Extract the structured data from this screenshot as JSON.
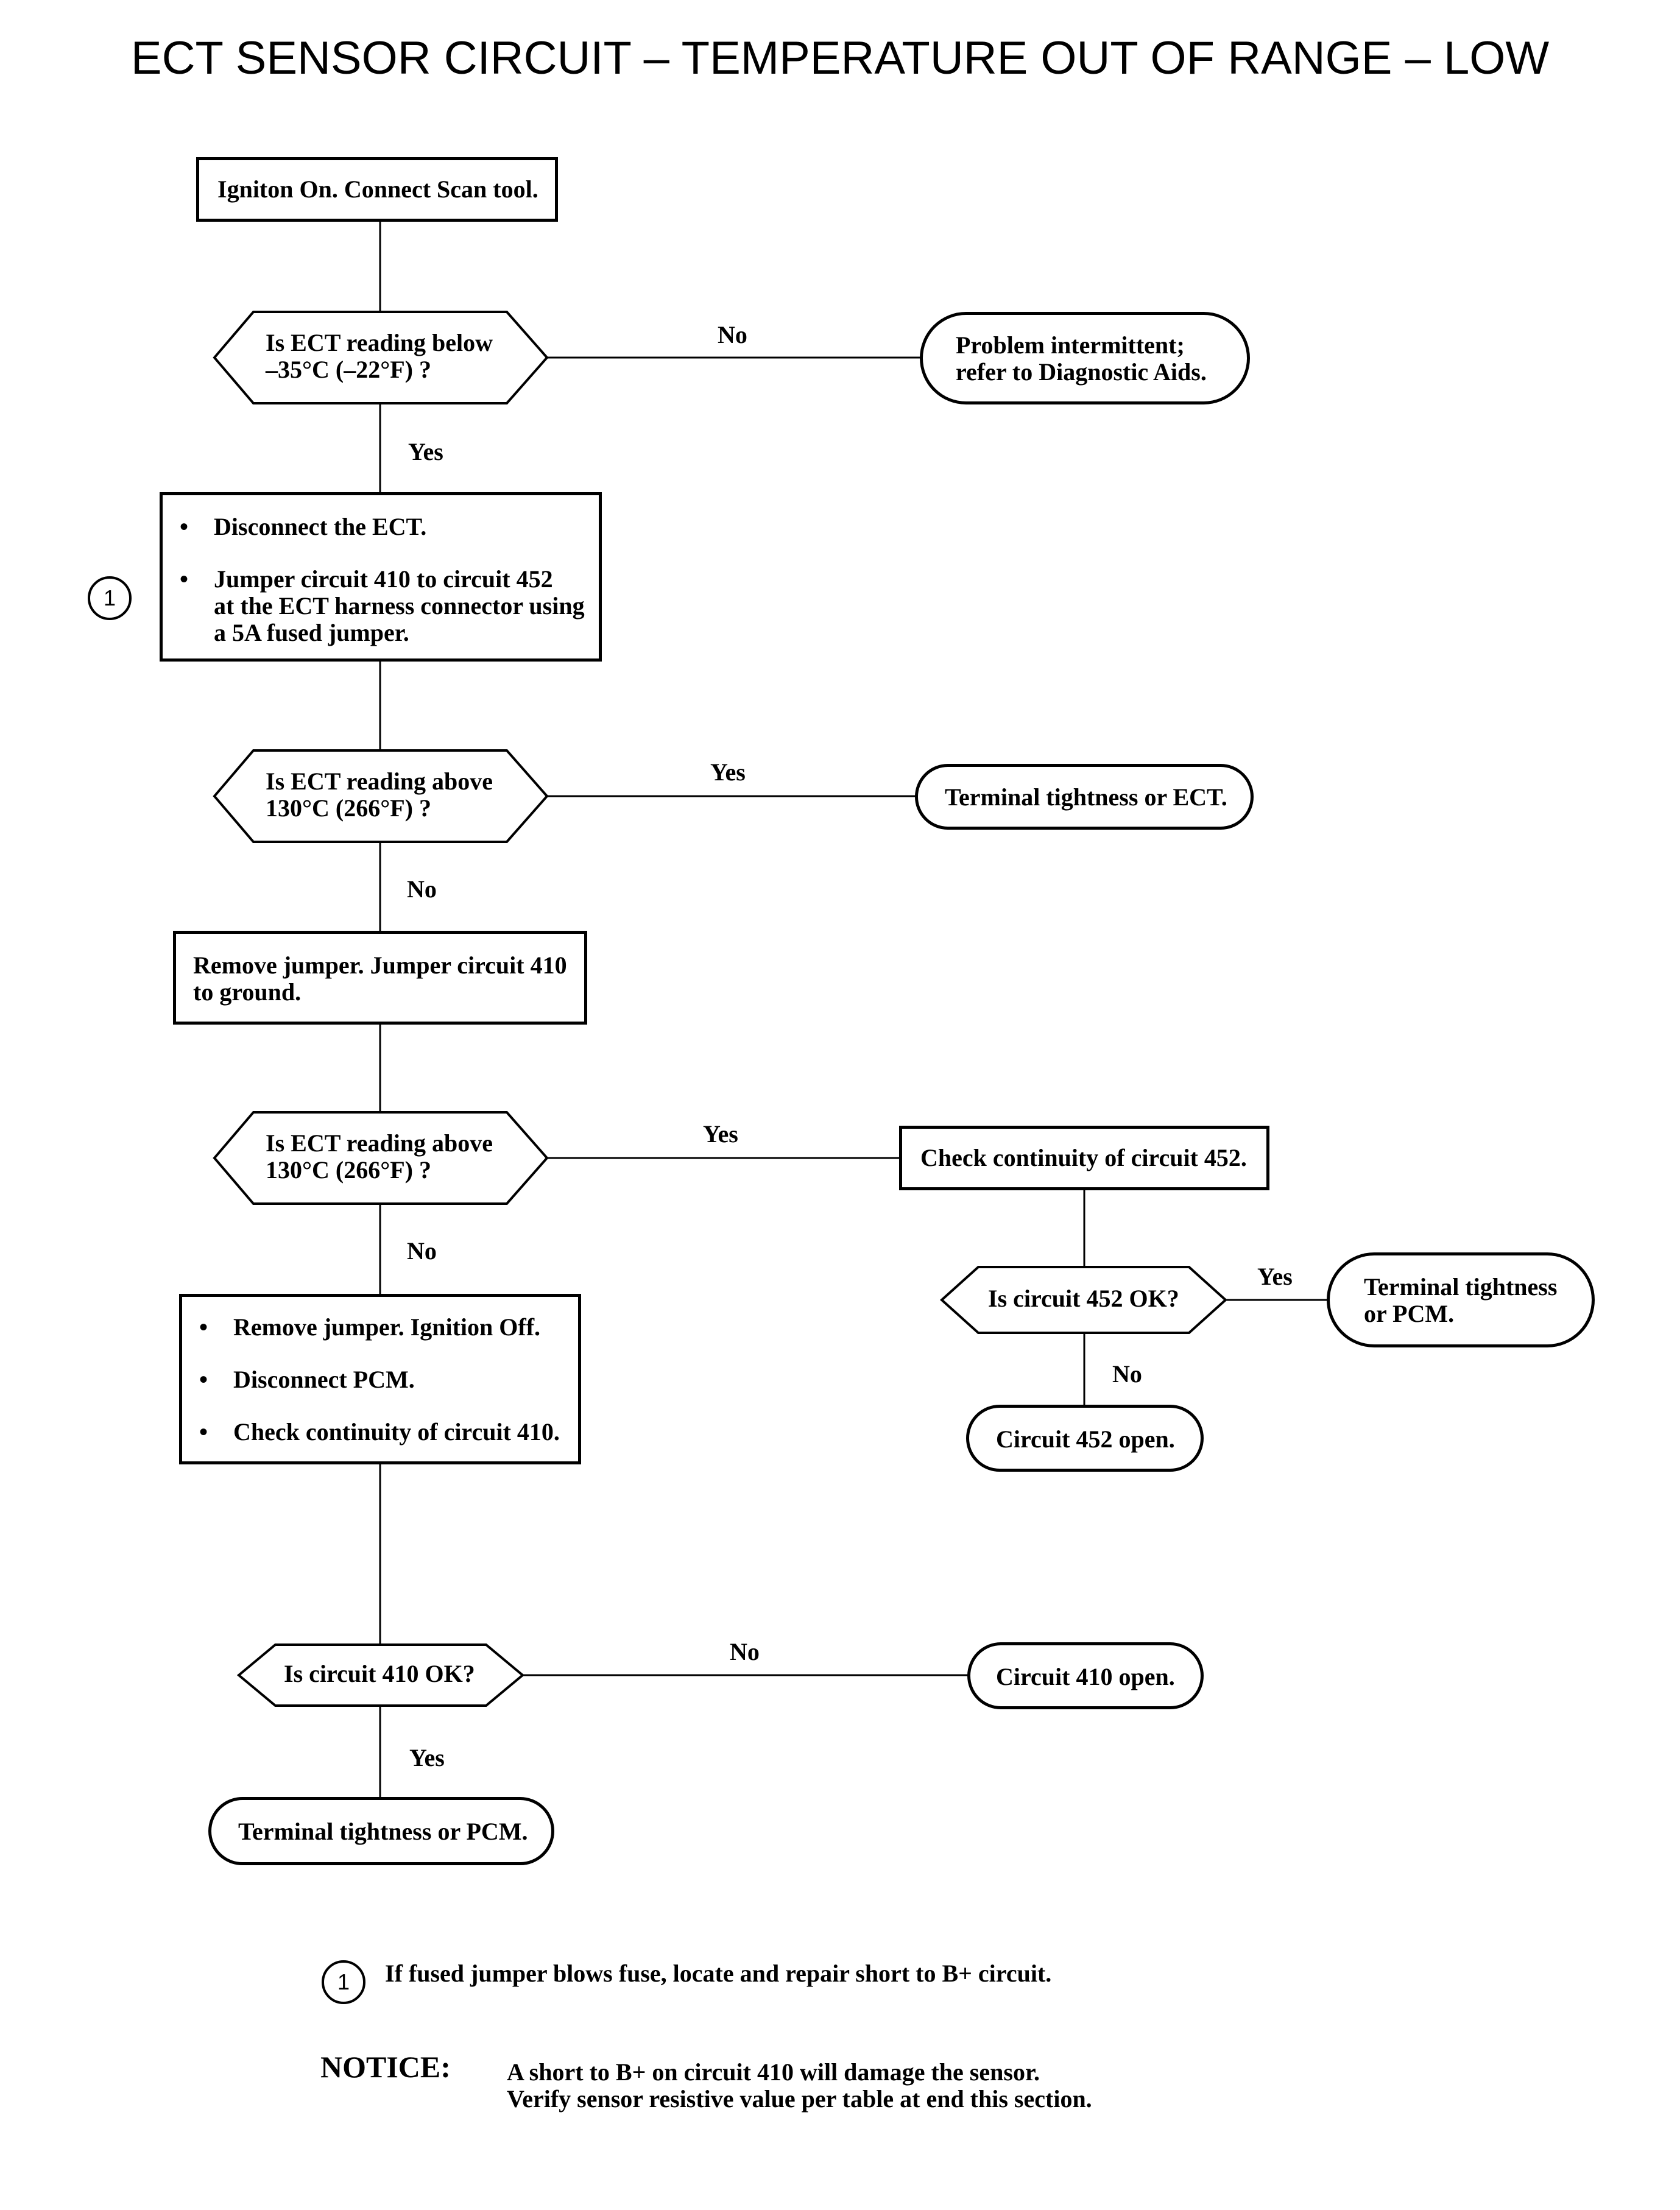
{
  "title": "ECT SENSOR CIRCUIT – TEMPERATURE OUT OF RANGE – LOW",
  "steps": {
    "start": "Igniton On. Connect Scan tool.",
    "q1": [
      "Is ECT reading below",
      "–35°C (–22°F) ?"
    ],
    "end_intermittent": [
      "Problem intermittent;",
      "refer to Diagnostic Aids."
    ],
    "action1": {
      "bullet1": "Disconnect the ECT.",
      "bullet2": [
        "Jumper circuit 410 to circuit 452",
        "at the ECT harness connector using",
        "a 5A fused jumper."
      ]
    },
    "q2": [
      "Is ECT reading above",
      "130°C (266°F) ?"
    ],
    "end_terminal_ect": "Terminal tightness or ECT.",
    "action2": [
      "Remove jumper. Jumper circuit 410",
      "to ground."
    ],
    "q3": [
      "Is ECT reading above",
      "130°C (266°F) ?"
    ],
    "check452": "Check continuity of circuit 452.",
    "q452": "Is circuit 452 OK?",
    "end_terminal_pcm_right": [
      "Terminal tightness",
      "or PCM."
    ],
    "end_452_open": "Circuit 452 open.",
    "action3": {
      "bullet1": "Remove jumper. Ignition Off.",
      "bullet2": "Disconnect PCM.",
      "bullet3": "Check continuity of circuit 410."
    },
    "q410": "Is circuit 410 OK?",
    "end_410_open": "Circuit 410 open.",
    "end_terminal_pcm": "Terminal tightness or PCM."
  },
  "edge_labels": {
    "q1_no": "No",
    "q1_yes": "Yes",
    "q2_yes": "Yes",
    "q2_no": "No",
    "q3_yes": "Yes",
    "q3_no": "No",
    "q452_yes": "Yes",
    "q452_no": "No",
    "q410_no": "No",
    "q410_yes": "Yes"
  },
  "bullet": "•",
  "note_marker": "1",
  "footnote": "If fused jumper blows fuse, locate and repair short to B+ circuit.",
  "notice": {
    "label": "NOTICE:",
    "lines": [
      "A short to B+ on circuit 410 will damage the sensor.",
      "Verify sensor resistive value per table at end this section."
    ]
  }
}
